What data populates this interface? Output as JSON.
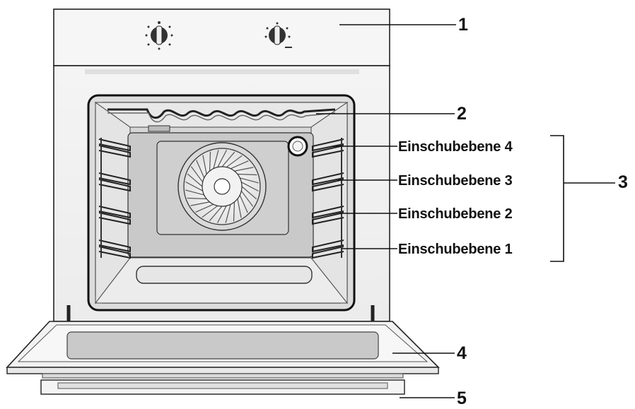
{
  "callouts": {
    "c1": "1",
    "c2": "2",
    "c3": "3",
    "c4": "4",
    "c5": "5"
  },
  "levels": [
    "Einschubebene 4",
    "Einschubebene 3",
    "Einschubebene 2",
    "Einschubebene 1"
  ]
}
